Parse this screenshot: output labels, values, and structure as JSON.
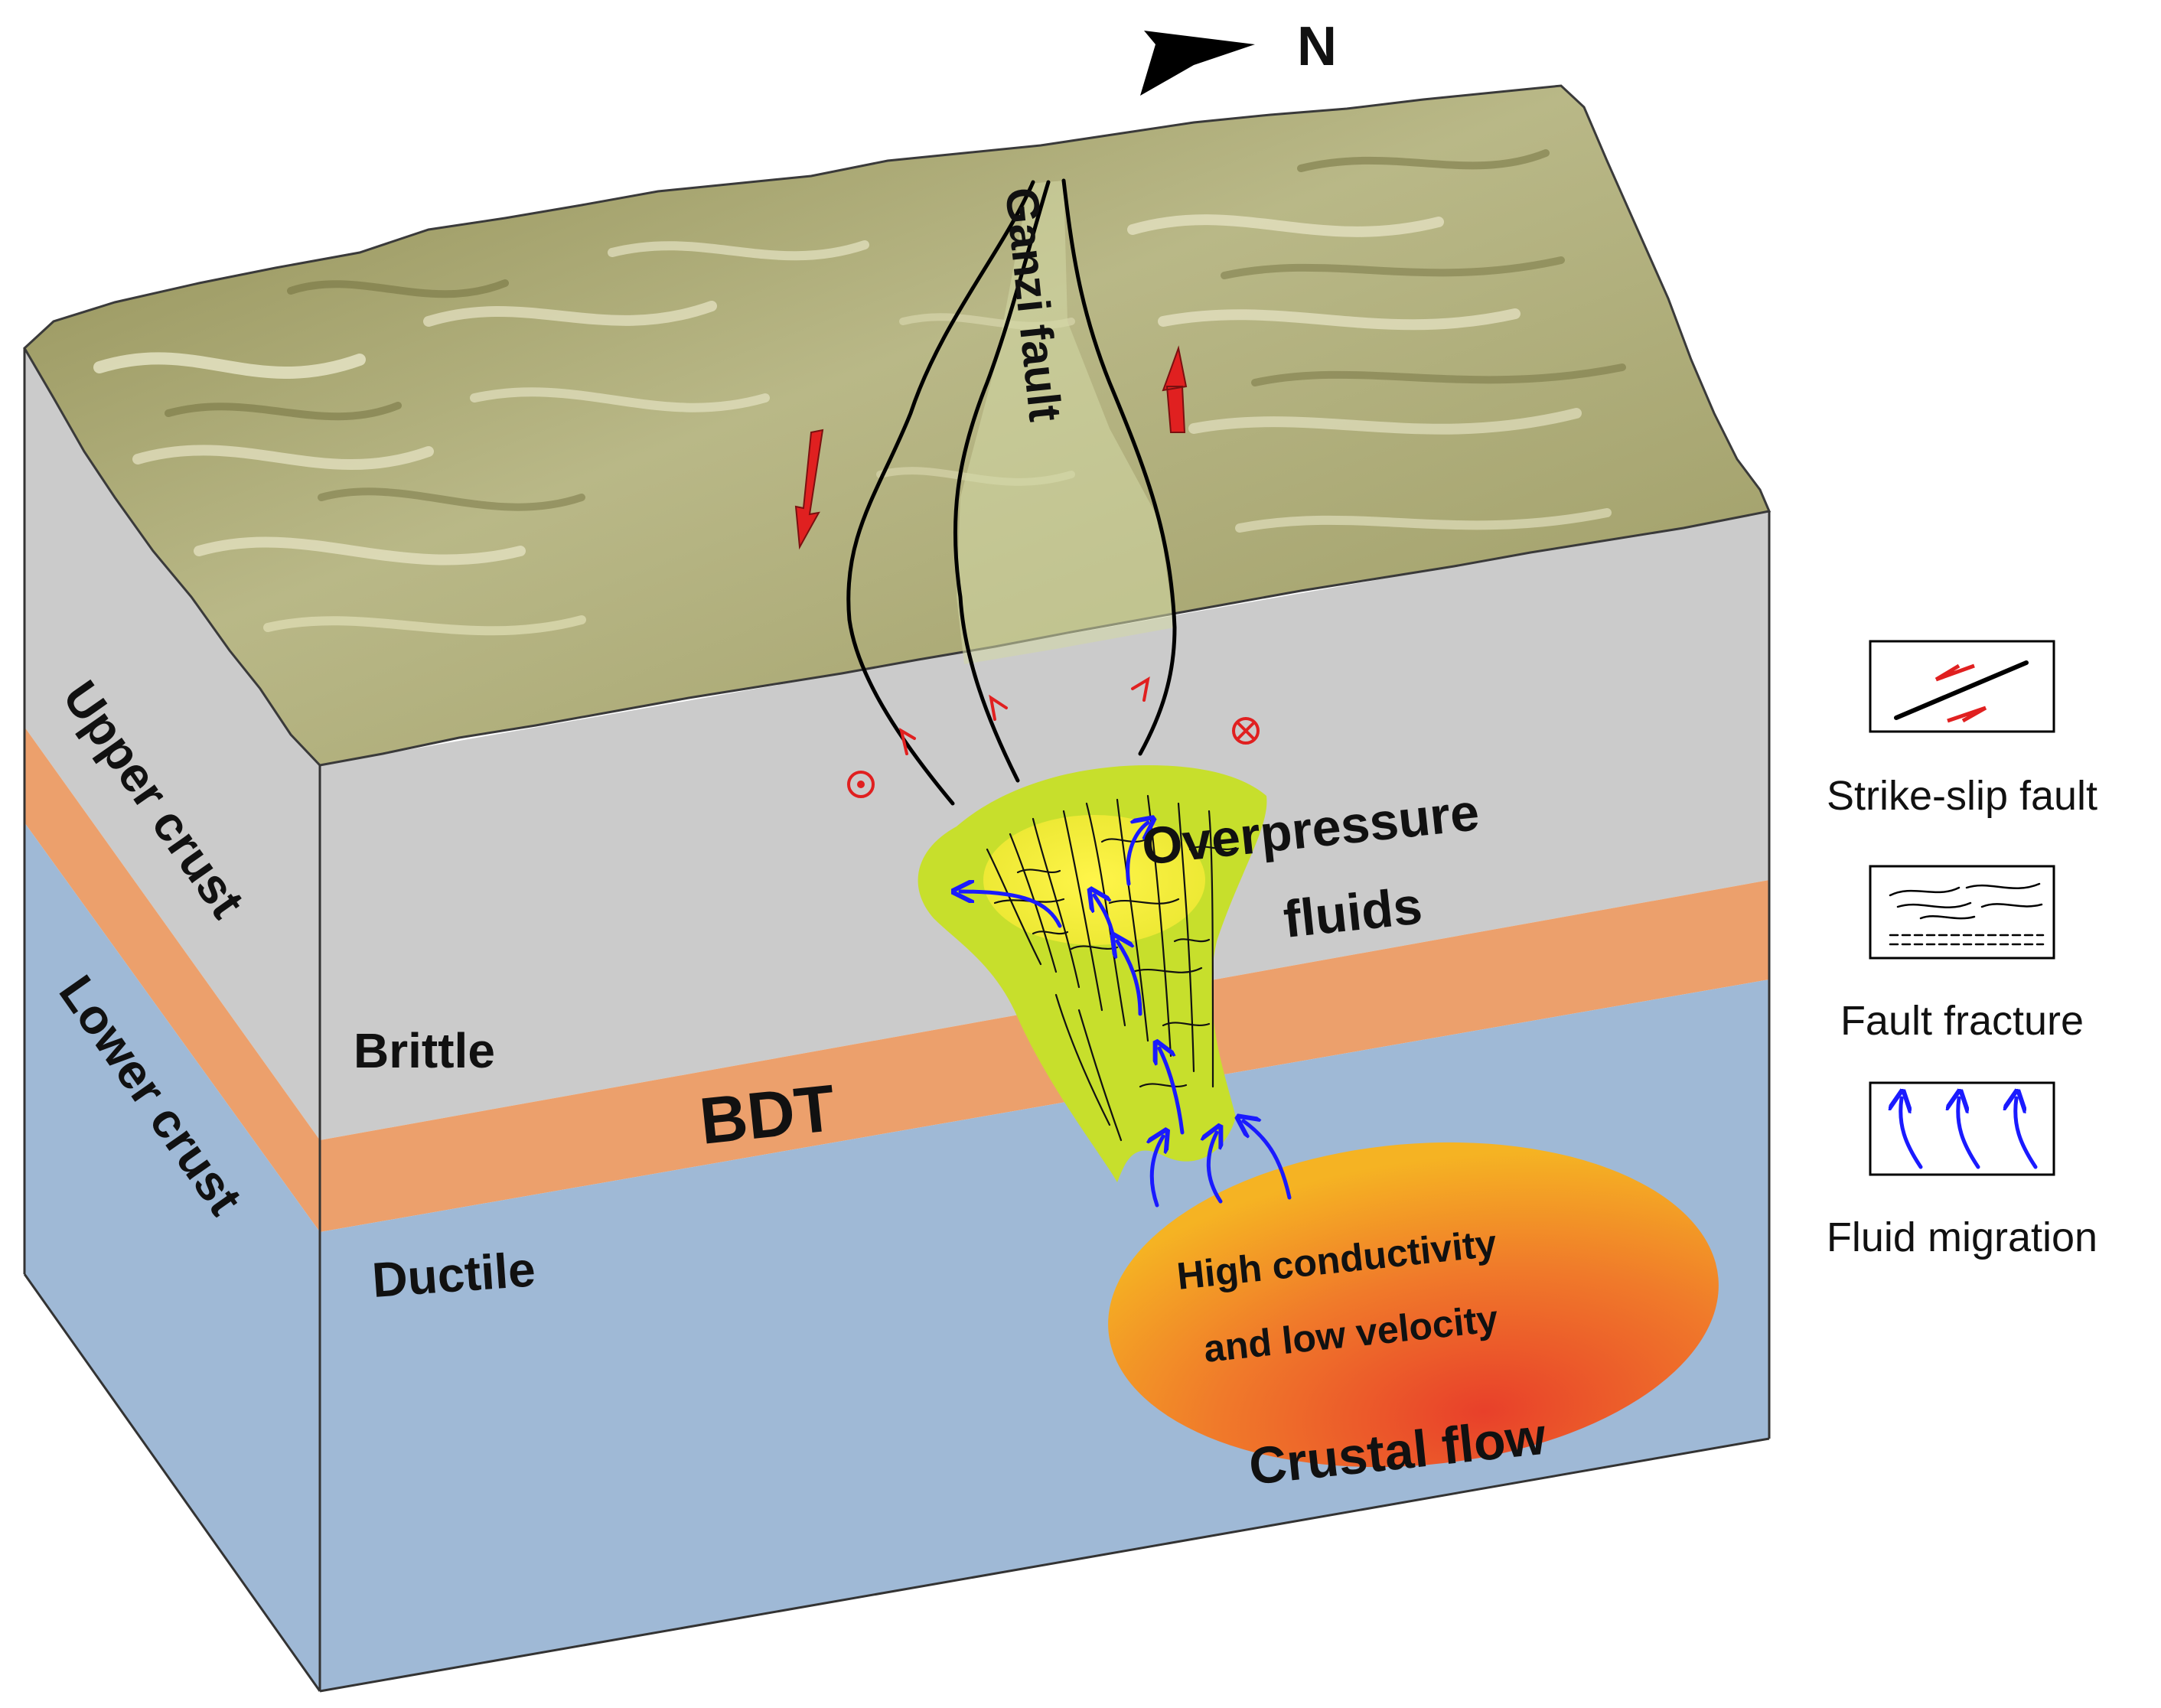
{
  "compass": {
    "label": "N"
  },
  "fault": {
    "name": "Ganzi fault"
  },
  "layers": {
    "upper_crust": "Upper crust",
    "lower_crust": "Lower crust",
    "brittle": "Brittle",
    "bdt": "BDT",
    "ductile": "Ductile"
  },
  "zones": {
    "overpressure_line1": "Overpressure",
    "overpressure_line2": "fluids",
    "anomaly_line1": "High conductivity",
    "anomaly_line2": "and low velocity",
    "crustal_flow": "Crustal flow"
  },
  "legend": {
    "items": [
      {
        "label": "Strike-slip fault",
        "icon": "strike-slip-fault-icon"
      },
      {
        "label": "Fault fracture",
        "icon": "fault-fracture-icon"
      },
      {
        "label": "Fluid migration",
        "icon": "fluid-migration-icon"
      }
    ]
  },
  "colors": {
    "upper_crust": "#cbcbcb",
    "bdt": "#eca06c",
    "lower_crust": "#9fb9d6",
    "terrain": "#a7a672",
    "fluid_zone": "#c7df2c",
    "fluid_core": "#f7f03a",
    "anomaly_outer": "#f5a623",
    "anomaly_inner": "#e8402a",
    "arrow_blue": "#1a1aff",
    "slip_red": "#e02020"
  }
}
